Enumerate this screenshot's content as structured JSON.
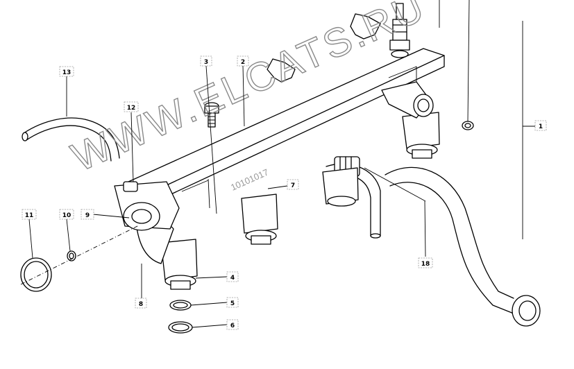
{
  "watermark": {
    "text": "WWW.ELCATS.RU",
    "code": "10101017"
  },
  "callouts": [
    {
      "id": "callout-1",
      "label": "1"
    },
    {
      "id": "callout-2",
      "label": "2"
    },
    {
      "id": "callout-3",
      "label": "3"
    },
    {
      "id": "callout-4",
      "label": "4"
    },
    {
      "id": "callout-5",
      "label": "5"
    },
    {
      "id": "callout-6",
      "label": "6"
    },
    {
      "id": "callout-7",
      "label": "7"
    },
    {
      "id": "callout-8",
      "label": "8"
    },
    {
      "id": "callout-9",
      "label": "9"
    },
    {
      "id": "callout-10",
      "label": "10"
    },
    {
      "id": "callout-11",
      "label": "11"
    },
    {
      "id": "callout-12",
      "label": "12"
    },
    {
      "id": "callout-13",
      "label": "13"
    },
    {
      "id": "callout-18",
      "label": "18"
    }
  ]
}
